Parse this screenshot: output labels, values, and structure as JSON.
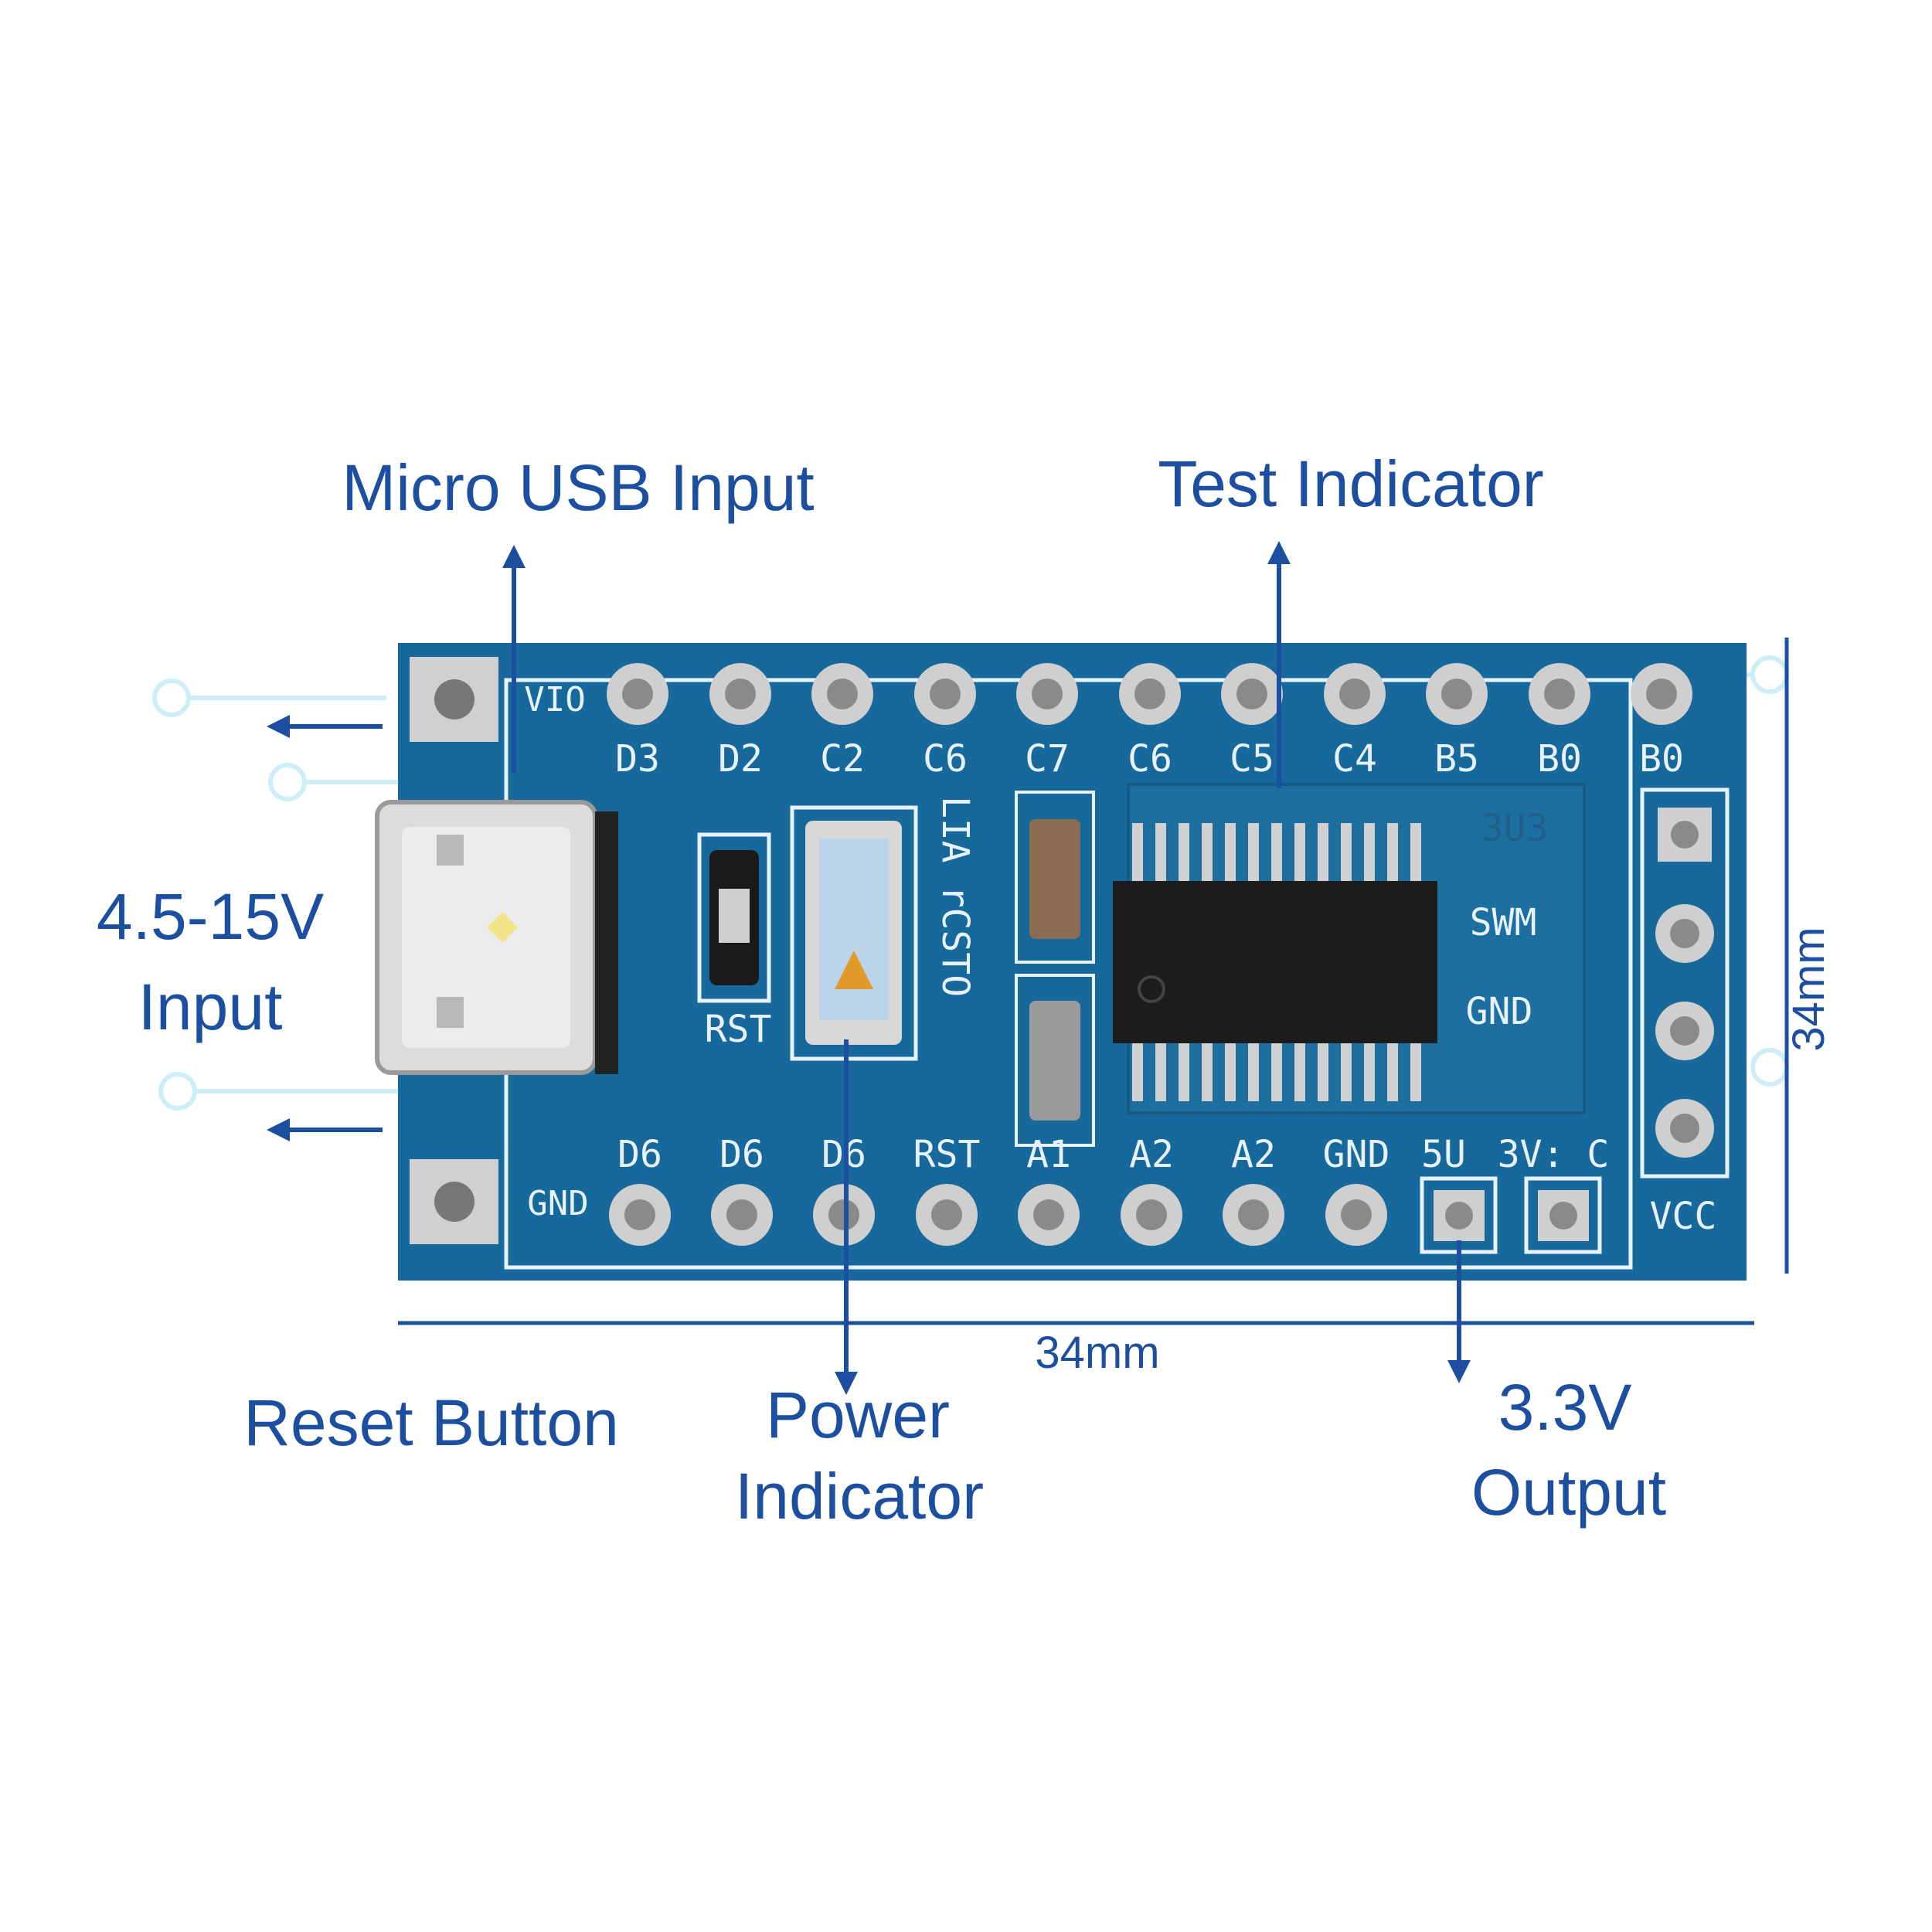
{
  "callouts": {
    "micro_usb": "Micro USB Input",
    "test_indicator": "Test Indicator",
    "input_voltage_line1": "4.5-15V",
    "input_voltage_line2": "Input",
    "reset_button": "Reset Button",
    "power_indicator_line1": "Power",
    "power_indicator_line2": "Indicator",
    "output_line1": "3.3V",
    "output_line2": "Output"
  },
  "dimensions": {
    "width_label": "34mm",
    "height_label": "34mm"
  },
  "board": {
    "top_left_label": "VIO",
    "top_pins": [
      "D3",
      "D2",
      "C2",
      "C6",
      "C7",
      "C6",
      "C5",
      "C4",
      "B5",
      "B0",
      "B0"
    ],
    "bottom_left_label": "GND",
    "bottom_pins": [
      "D6",
      "D6",
      "D6",
      "RST",
      "A1",
      "A2",
      "A2",
      "GND",
      "5U",
      "3V: C"
    ],
    "right_header_label": "VCC",
    "chip_labels": [
      "3U3",
      "SWM",
      "GND"
    ],
    "reset_label": "RST",
    "vertical_silk": "LIA rCSTO"
  },
  "colors": {
    "board_blue": "#17699c",
    "annotation_blue": "#1d4fa0",
    "pad_silver": "#c9c9c9"
  }
}
